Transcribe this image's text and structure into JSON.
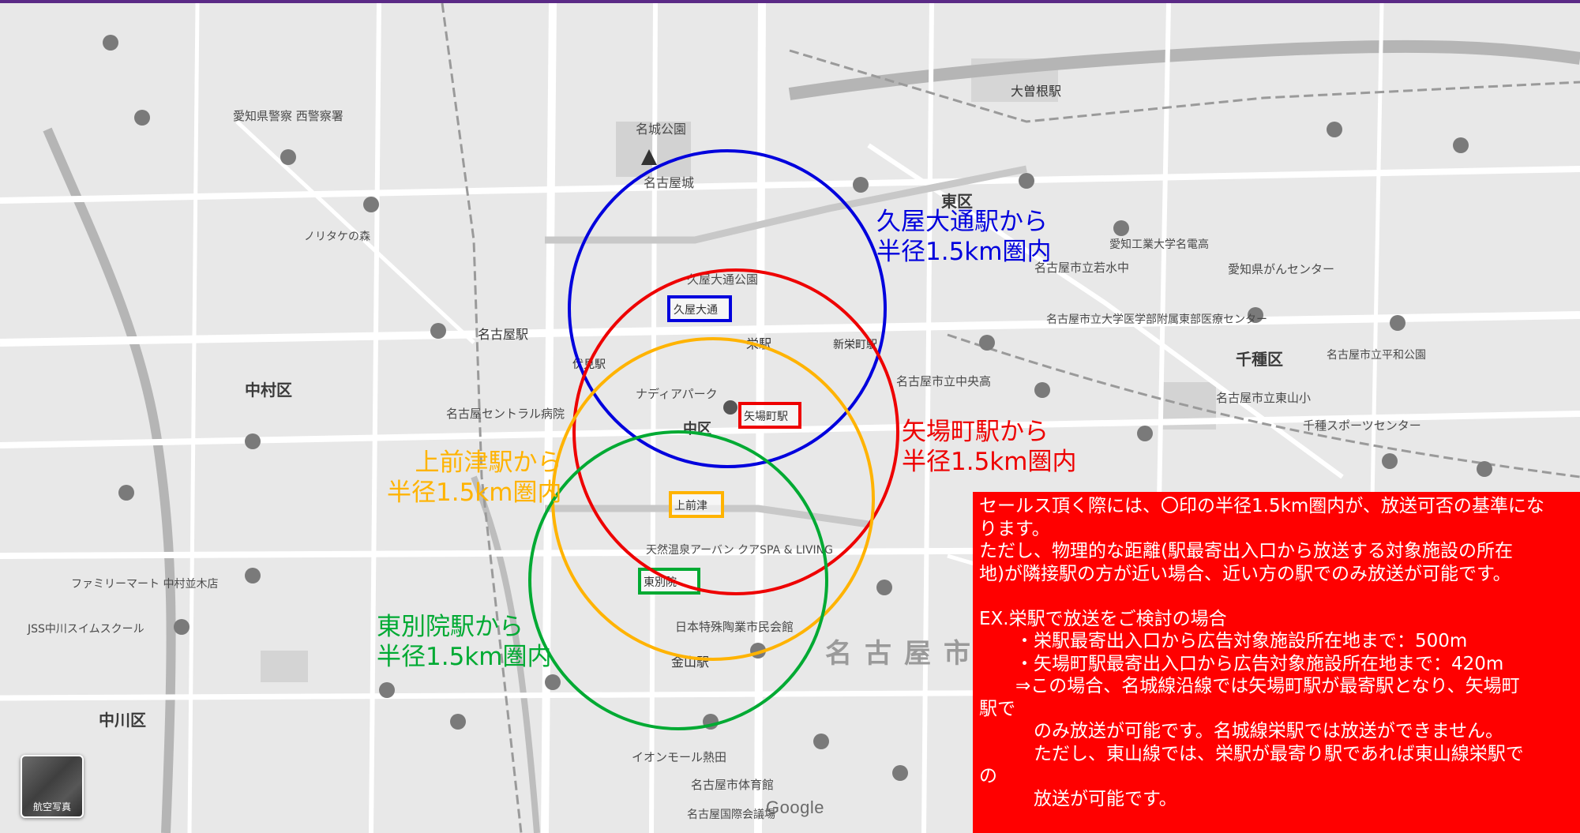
{
  "map": {
    "district_labels": [
      "東区",
      "千種区",
      "中村区",
      "中区",
      "中川区",
      "名古屋市"
    ],
    "station_labels": [
      "名古屋駅",
      "大曽根駅",
      "金山駅",
      "栄駅",
      "伏見駅",
      "新栄町駅"
    ],
    "place_labels": [
      "名古屋城",
      "名城公園",
      "久屋大通公園",
      "ナディアパーク",
      "名古屋セントラル病院",
      "名古屋市立東山小",
      "愛知県がんセンター",
      "千種スポーツセンター",
      "名古屋市立中央高",
      "愛知県警察 西警察署",
      "日本特殊陶業市民会館",
      "イオンモール熱田",
      "名古屋市体育館",
      "名古屋市立大学医学部附属東部医療センター",
      "天然温泉アーバン クアSPA & LIVING",
      "ファミリーマート 中村並木店",
      "JSS中川スイムスクール",
      "名古屋国際会議場",
      "名古屋市立若水中",
      "名古屋市立平和公園",
      "愛知工業大学名電高",
      "ノリタケの森"
    ],
    "station_boxes": [
      "久屋大通",
      "矢場町駅",
      "上前津",
      "東別院"
    ],
    "aerial_label": "航空写真",
    "logo_text": "Google"
  },
  "rings": {
    "hisaya": {
      "label_line1": "久屋大通駅から",
      "label_line2": "半径1.5km圏内",
      "color": "#0000dd"
    },
    "yabacho": {
      "label_line1": "矢場町駅から",
      "label_line2": "半径1.5km圏内",
      "color": "#ee0000"
    },
    "kamimaezu": {
      "label_line1": "上前津駅から",
      "label_line2": "半径1.5km圏内",
      "color": "#ffb300"
    },
    "higashibetsuin": {
      "label_line1": "東別院駅から",
      "label_line2": "半径1.5km圏内",
      "color": "#00aa33"
    }
  },
  "note": {
    "lines": [
      "セールス頂く際には、〇印の半径1.5km圏内が、放送可否の基準にな",
      "ります。",
      "ただし、物理的な距離(駅最寄出入口から放送する対象施設の所在",
      "地)が隣接駅の方が近い場合、近い方の駅でのみ放送が可能です。",
      "",
      "EX.栄駅で放送をご検討の場合",
      "　　・栄駅最寄出入口から広告対象施設所在地まで：500m",
      "　　・矢場町駅最寄出入口から広告対象施設所在地まで：420m",
      "　　⇒この場合、名城線沿線では矢場町駅が最寄駅となり、矢場町",
      "駅で",
      "　　　のみ放送が可能です。名城線栄駅では放送ができません。",
      "　　　ただし、東山線では、栄駅が最寄り駅であれば東山線栄駅で",
      "の",
      "　　　放送が可能です。"
    ],
    "background": "#ff0000"
  }
}
